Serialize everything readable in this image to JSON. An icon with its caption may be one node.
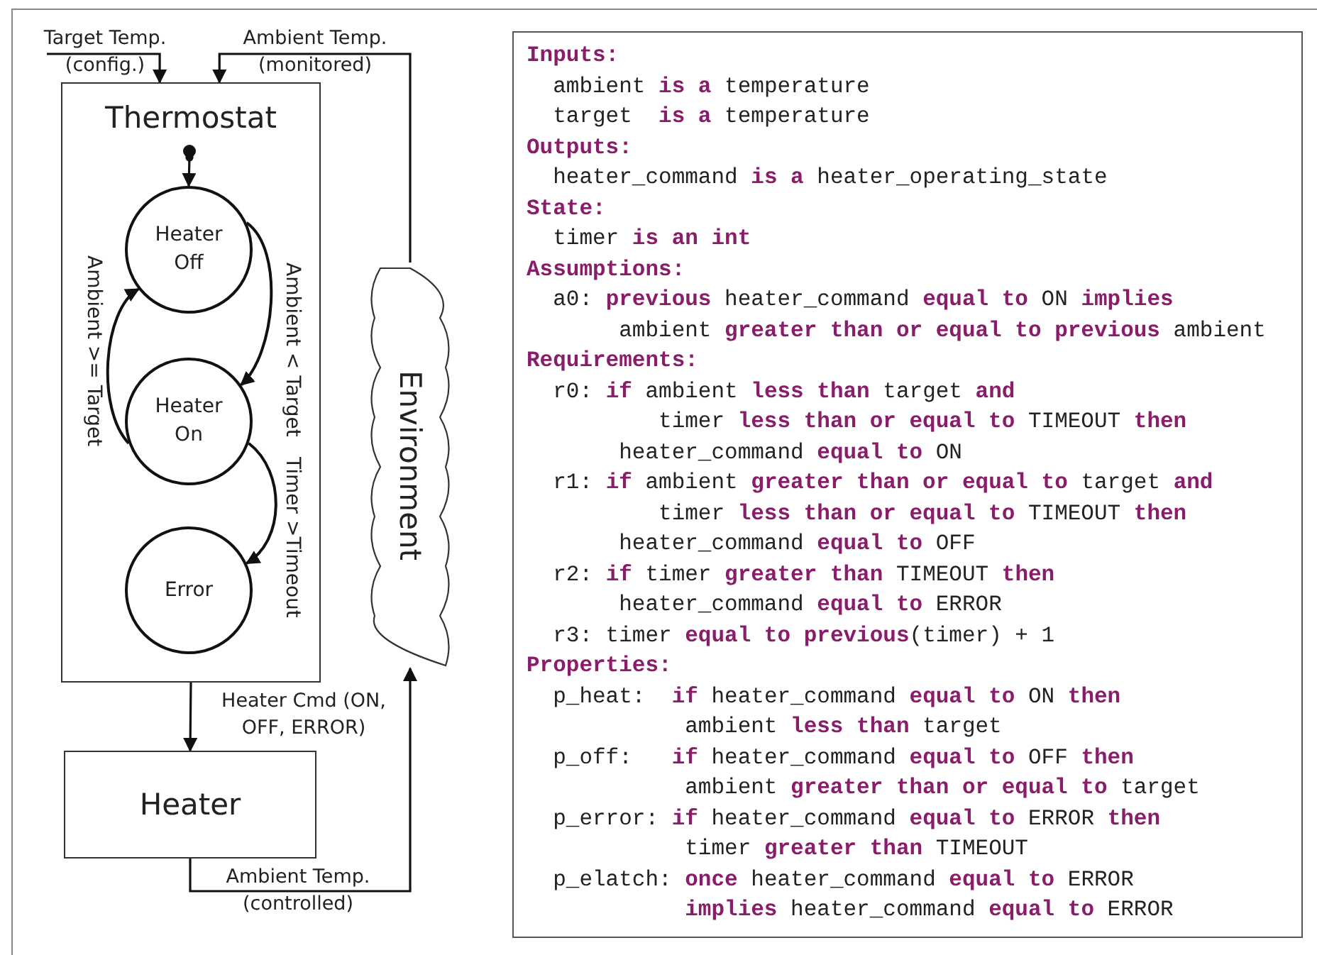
{
  "diagram": {
    "nodes": [
      {
        "text": [
          "Thermostat"
        ]
      },
      {
        "text": [],
        "shape": "circle",
        "in": 0
      },
      {
        "text": [
          "Heater Off"
        ],
        "in": 0
      },
      {
        "text": [
          "Heater On"
        ],
        "in": 0
      },
      {
        "text": [
          "Error"
        ],
        "in": 0
      },
      {
        "text": [
          "Heater"
        ]
      },
      {
        "text": [
          "Environment"
        ]
      },
      {
        "text": [
          "Inputs:",
          "  ambient **is a** temperature",
          "  target  **is a** temperature",
          "Outputs:",
          "  heater_command **is a** heater_operating_state",
          "State:",
          "  timer **is an int**",
          "Assumptions:",
          "  a0: **previous** heater_command **equal to** ON **implies**",
          "       ambient **greater than or equal to previous** ambient",
          "Requirements:",
          "  r0: **if** ambient **less than** target **and**",
          "          timer **less than or equal to** TIMEOUT **then**",
          "       heater_command **equal to** ON",
          "  r1: **if** ambient **greater than or equal to** target **and**",
          "          timer **less than or equal to** TIMEOUT **then**",
          "       heater_command **equal to** OFF",
          "  r2: **if** timer **greater than** TIMEOUT **then**",
          "       heater_command **equal to** ERROR",
          "  r3: timer **equal to previous**(timer) + 1",
          "Properties:",
          "  p_heat:  **if** heater_command **equal to** ON **then**",
          "            ambient **less than** target",
          "  p_off:   **if** heater_command **equal to** OFF **then**",
          "            ambient **greater than or equal to** target",
          "  p_error: **if** heater_command **equal to** ERROR **then**",
          "            timer **greater than** TIMEOUT",
          "  p_elatch: **once** heater_command **equal to** ERROR",
          "            **implies** heater_command **equal to** ERROR"
        ]
      }
    ],
    "edges": [
      {
        "from": null,
        "to": 0,
        "arrow": "to",
        "label": "Target Temp. (config.)"
      },
      {
        "from": 6,
        "to": 0,
        "arrow": "to",
        "label": "Ambient Temp. (monitored)"
      },
      {
        "from": 1,
        "to": 2,
        "arrow": "to"
      },
      {
        "from": 2,
        "to": 3,
        "arrow": "to",
        "label": "Ambient < Target"
      },
      {
        "from": 3,
        "to": 2,
        "arrow": "to",
        "label": "Ambient >= Target"
      },
      {
        "from": 3,
        "to": 4,
        "arrow": "to",
        "label": "Timer >Timeout"
      },
      {
        "from": 0,
        "to": 5,
        "arrow": "to",
        "label": "Heater Cmd (ON, OFF, ERROR)"
      },
      {
        "from": 5,
        "to": 6,
        "arrow": "to",
        "label": "Ambient Temp. (controlled)"
      }
    ]
  }
}
